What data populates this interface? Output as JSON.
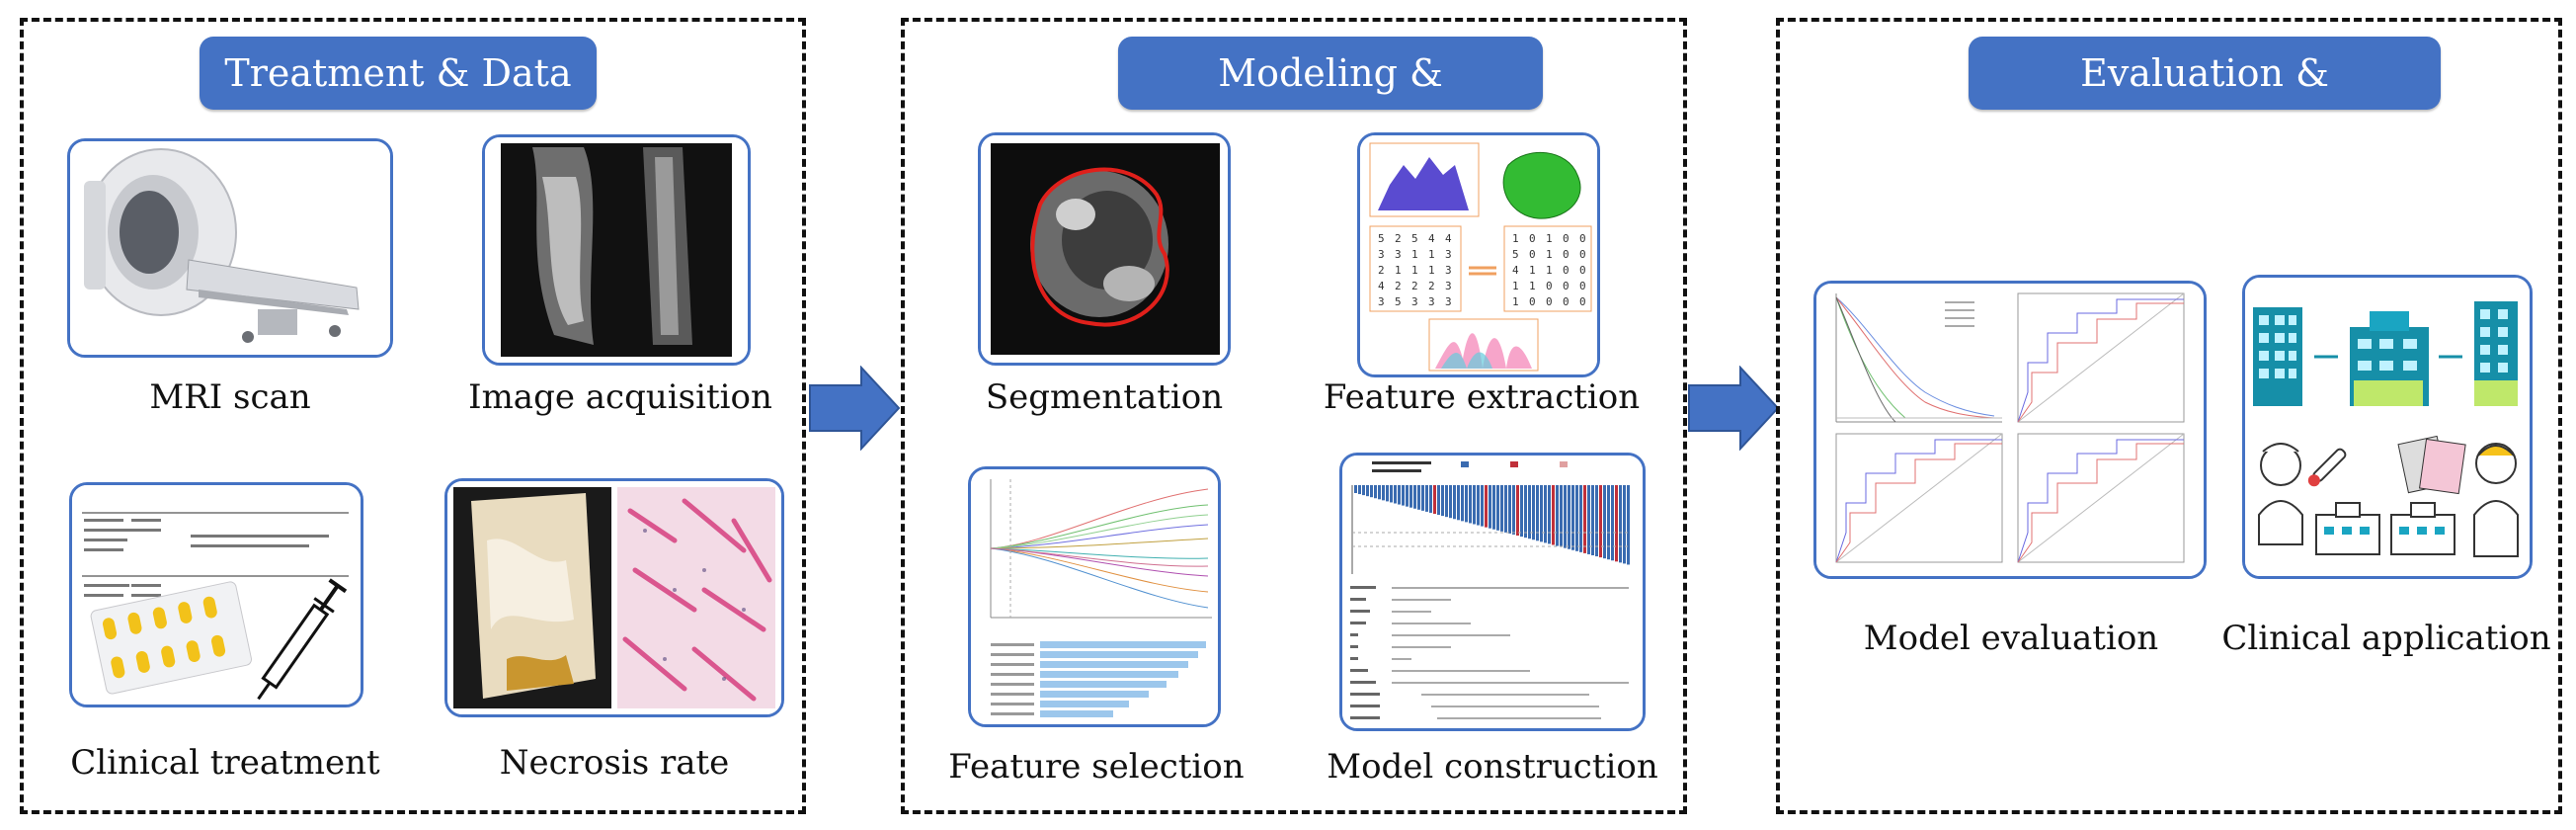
{
  "panels": [
    {
      "title": "Treatment & Data"
    },
    {
      "title": "Modeling & Validation"
    },
    {
      "title": "Evaluation & Application"
    }
  ],
  "labels": {
    "mri": "MRI scan",
    "image_acq": "Image acquisition",
    "clinical_treatment": "Clinical treatment",
    "necrosis": "Necrosis rate",
    "segmentation": "Segmentation",
    "feature_extraction": "Feature extraction",
    "feature_selection": "Feature selection",
    "model_construction": "Model construction",
    "model_evaluation": "Model evaluation",
    "clinical_application": "Clinical application"
  },
  "matrix_left": [
    [
      "5",
      "2",
      "5",
      "4",
      "4"
    ],
    [
      "3",
      "3",
      "1",
      "1",
      "3"
    ],
    [
      "2",
      "1",
      "1",
      "1",
      "3"
    ],
    [
      "4",
      "2",
      "2",
      "2",
      "3"
    ],
    [
      "3",
      "5",
      "3",
      "3",
      "3"
    ]
  ],
  "matrix_right": [
    [
      "1",
      "0",
      "1",
      "0",
      "0"
    ],
    [
      "5",
      "0",
      "1",
      "0",
      "0"
    ],
    [
      "4",
      "1",
      "1",
      "0",
      "0"
    ],
    [
      "1",
      "1",
      "0",
      "0",
      "0"
    ],
    [
      "1",
      "0",
      "0",
      "0",
      "0"
    ]
  ],
  "colors": {
    "accent": "#4472C4",
    "border": "#111111"
  }
}
